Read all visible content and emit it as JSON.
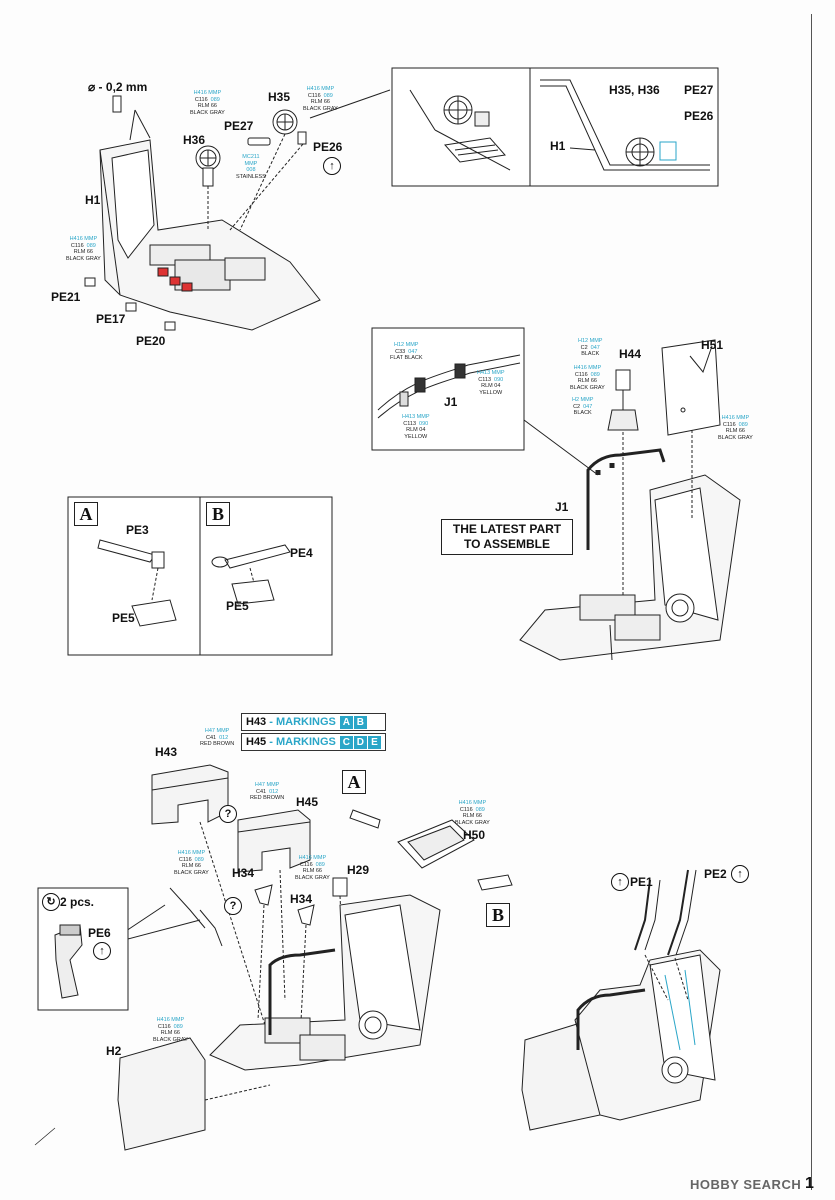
{
  "page_number": "1",
  "watermark": "HOBBY SEARCH",
  "step1": {
    "drill_label": "⌀ - 0,2 mm",
    "labels": {
      "h1": "H1",
      "h35": "H35",
      "h36": "H36",
      "pe27": "PE27",
      "pe26": "PE26",
      "pe21": "PE21",
      "pe17": "PE17",
      "pe20": "PE20"
    },
    "inset_labels": {
      "h35_h36": "H35, H36",
      "pe27": "PE27",
      "pe26": "PE26",
      "h1": "H1"
    },
    "paint_h35": {
      "ref": "H416 MMP",
      "code": "C116",
      "num": "089",
      "name1": "RLM 66",
      "name2": "BLACK GRAY"
    },
    "paint_h36": {
      "ref": "H416 MMP",
      "code": "C116",
      "num": "089",
      "name1": "RLM 66",
      "name2": "BLACK GRAY"
    },
    "paint_pe27": {
      "ref": "MC211",
      "code": "MMP",
      "num": "008",
      "name1": "STAINLESS",
      "name2": ""
    },
    "paint_h1": {
      "ref": "H416 MMP",
      "code": "C116",
      "num": "089",
      "name1": "RLM 66",
      "name2": "BLACK GRAY"
    }
  },
  "step2": {
    "labels": {
      "h44": "H44",
      "h51": "H51",
      "j1_inset": "J1",
      "j1": "J1"
    },
    "callout": "THE LATEST PART TO ASSEMBLE",
    "paint_black1": {
      "ref": "H12 MMP",
      "code": "C33",
      "num": "047",
      "name1": "FLAT BLACK",
      "name2": ""
    },
    "paint_yellow1": {
      "ref": "H413 MMP",
      "code": "C113",
      "num": "090",
      "name1": "RLM 04",
      "name2": "YELLOW"
    },
    "paint_yellow2": {
      "ref": "H413 MMP",
      "code": "C113",
      "num": "090",
      "name1": "RLM 04",
      "name2": "YELLOW"
    },
    "paint_h44a": {
      "ref": "H12 MMP",
      "code": "C2",
      "num": "047",
      "name1": "BLACK",
      "name2": ""
    },
    "paint_h44b": {
      "ref": "H416 MMP",
      "code": "C116",
      "num": "089",
      "name1": "RLM 66",
      "name2": "BLACK GRAY"
    },
    "paint_h44c": {
      "ref": "H2 MMP",
      "code": "C2",
      "num": "047",
      "name1": "BLACK",
      "name2": ""
    },
    "paint_h51": {
      "ref": "H416 MMP",
      "code": "C116",
      "num": "089",
      "name1": "RLM 66",
      "name2": "BLACK GRAY"
    }
  },
  "variants": {
    "a": {
      "letter": "A",
      "pe_top": "PE3",
      "pe_bottom": "PE5"
    },
    "b": {
      "letter": "B",
      "pe_top": "PE4",
      "pe_bottom": "PE5"
    }
  },
  "step3": {
    "markings": [
      {
        "part": "H43",
        "text": " - MARKINGS ",
        "boxes": [
          "A",
          "B"
        ]
      },
      {
        "part": "H45",
        "text": " - MARKINGS ",
        "boxes": [
          "C",
          "D",
          "E"
        ]
      }
    ],
    "labels": {
      "h43": "H43",
      "h45": "H45",
      "h34a": "H34",
      "h34b": "H34",
      "h29": "H29",
      "h50": "H50",
      "h2": "H2",
      "pe6": "PE6",
      "two_pcs": "2 pcs.",
      "pe1": "PE1",
      "pe2": "PE2"
    },
    "letter_a": "A",
    "letter_b": "B",
    "question": "?",
    "paint_h43": {
      "ref": "H47 MMP",
      "code": "C41",
      "num": "012",
      "name1": "RED BROWN",
      "name2": ""
    },
    "paint_h45": {
      "ref": "H47 MMP",
      "code": "C41",
      "num": "012",
      "name1": "RED BROWN",
      "name2": ""
    },
    "paint_h34": {
      "ref": "H416 MMP",
      "code": "C116",
      "num": "089",
      "name1": "RLM 66",
      "name2": "BLACK GRAY"
    },
    "paint_h29": {
      "ref": "H416 MMP",
      "code": "C116",
      "num": "089",
      "name1": "RLM 66",
      "name2": "BLACK GRAY"
    },
    "paint_h50": {
      "ref": "H416 MMP",
      "code": "C116",
      "num": "089",
      "name1": "RLM 66",
      "name2": "BLACK GRAY"
    },
    "paint_h2": {
      "ref": "H416 MMP",
      "code": "C116",
      "num": "089",
      "name1": "RLM 66",
      "name2": "BLACK GRAY"
    }
  }
}
